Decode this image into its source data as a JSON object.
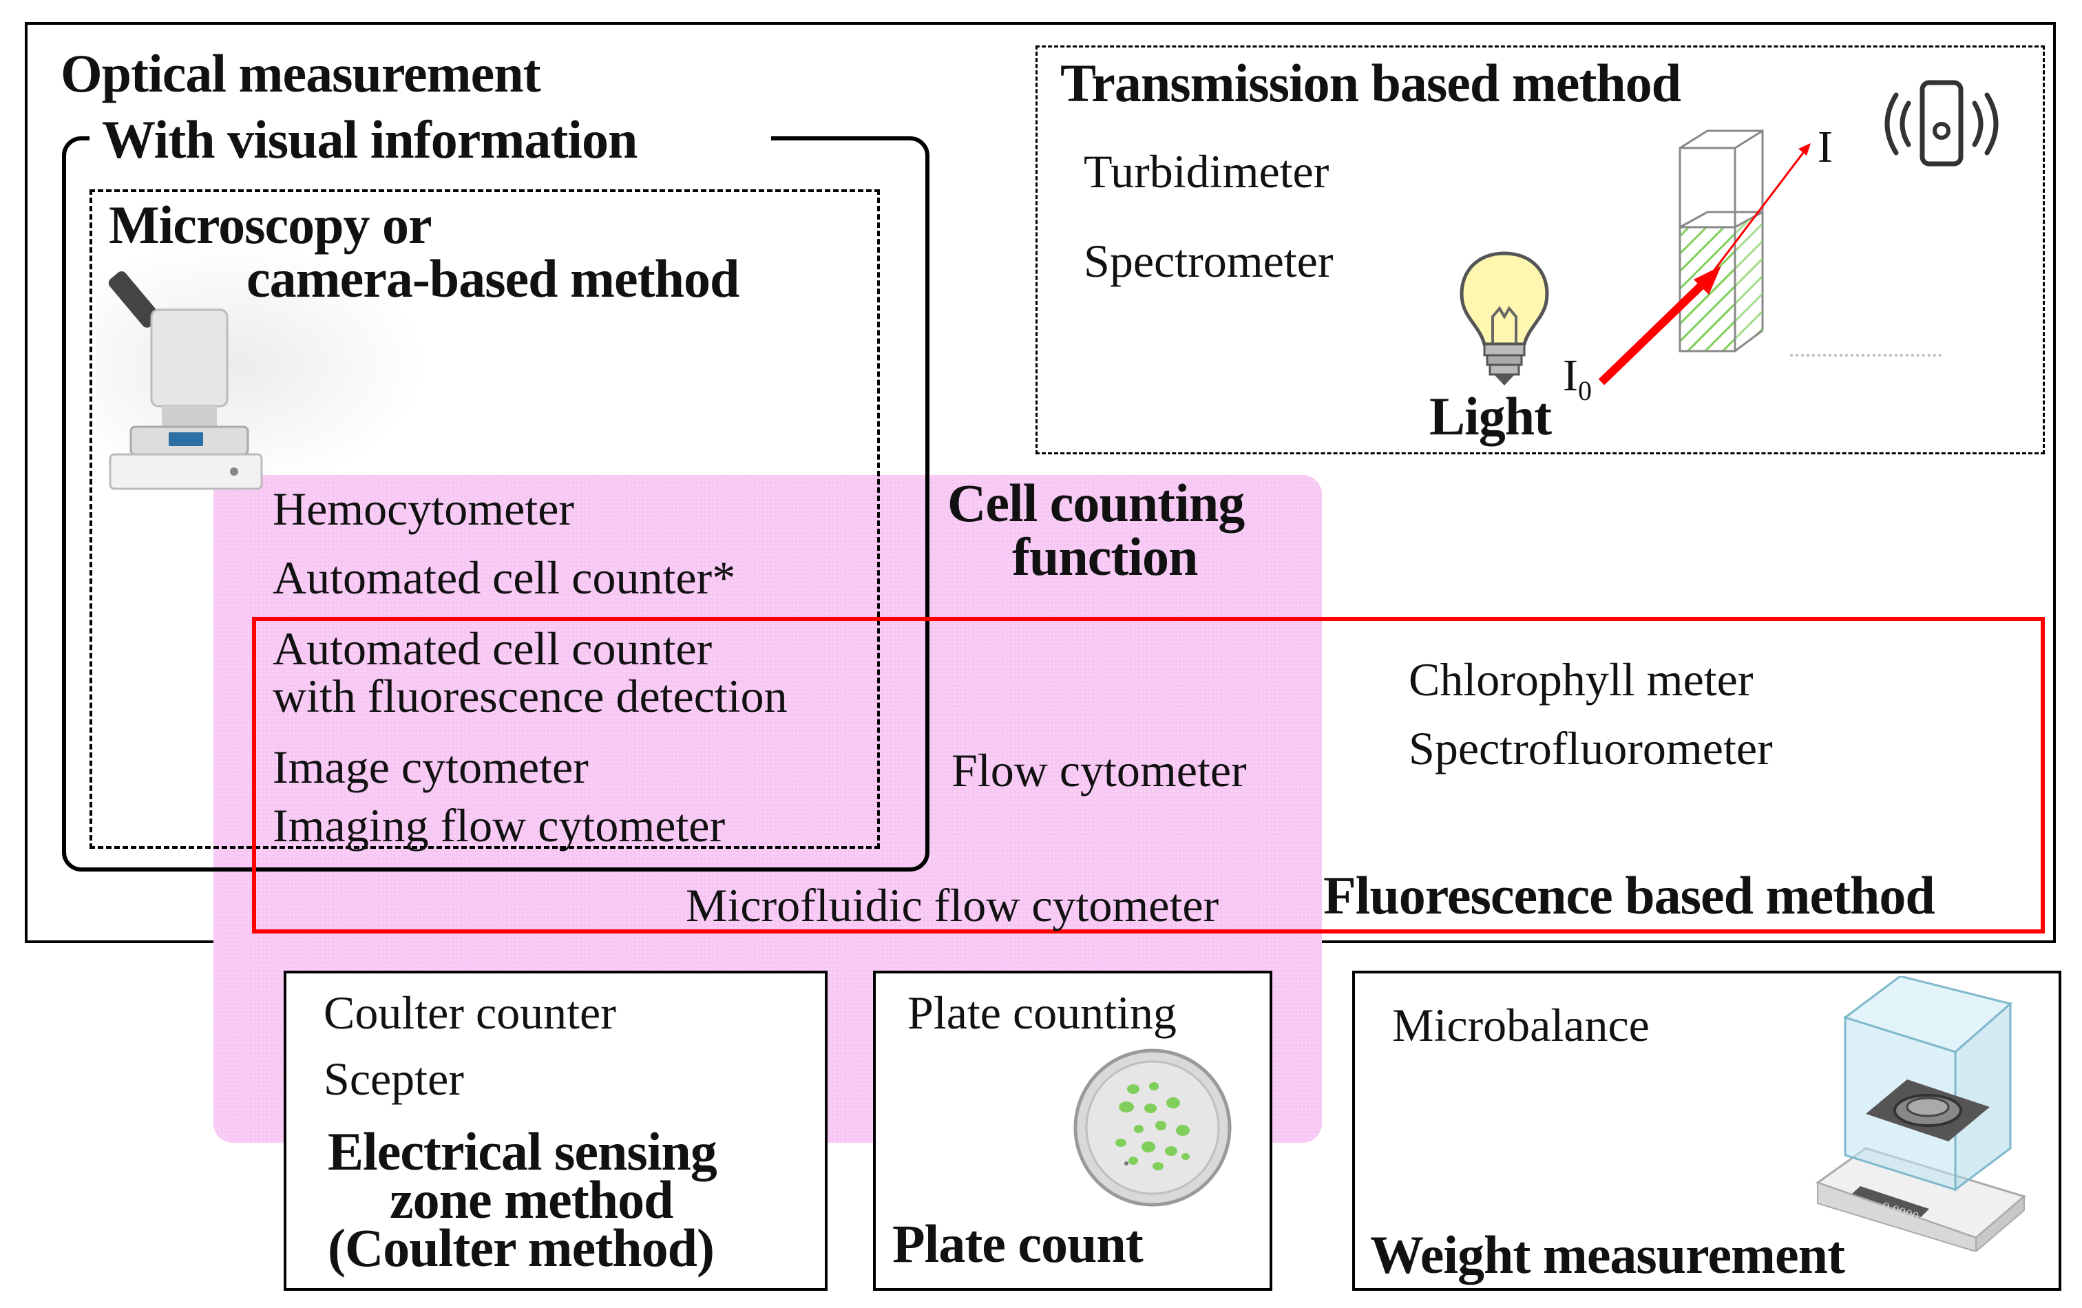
{
  "optical": {
    "title": "Optical measurement",
    "visual_title": "With visual information",
    "microscopy_title_1": "Microscopy or",
    "microscopy_title_2": "camera-based method",
    "hemocytometer": "Hemocytometer",
    "automated_counter": "Automated cell counter*",
    "automated_fluor_1": "Automated cell counter",
    "automated_fluor_2": "with fluorescence detection",
    "image_cytometer": "Image cytometer",
    "imaging_flow": "Imaging flow cytometer"
  },
  "cell_counting": {
    "title_1": "Cell counting",
    "title_2": "function",
    "flow_cytometer": "Flow cytometer",
    "microfluidic": "Microfluidic flow cytometer"
  },
  "transmission": {
    "title": "Transmission based method",
    "turbidimeter": "Turbidimeter",
    "spectrometer": "Spectrometer",
    "light_label": "Light",
    "i_label": "I",
    "i0_label": "I",
    "i0_sub": "0"
  },
  "fluorescence": {
    "title": "Fluorescence based method",
    "chlorophyll": "Chlorophyll meter",
    "spectrofluorometer": "Spectrofluorometer"
  },
  "electrical": {
    "item1": "Coulter counter",
    "item2": "Scepter",
    "title_1": "Electrical sensing",
    "title_2": "zone method",
    "title_3": "(Coulter method)"
  },
  "plate": {
    "item1": "Plate counting",
    "title": "Plate count"
  },
  "weight": {
    "item1": "Microbalance",
    "title": "Weight measurement",
    "display_value": "0.0000"
  },
  "colors": {
    "pink_region": "#f8c8f4",
    "red_box": "#ff0000",
    "arrow_red": "#ff0000",
    "bulb_yellow": "#fff7b0",
    "colony_green": "#7fcf5a"
  },
  "icons": [
    "microscope-icon",
    "light-bulb-icon",
    "cuvette-icon",
    "phone-signal-icon",
    "petri-dish-icon",
    "balance-icon"
  ]
}
